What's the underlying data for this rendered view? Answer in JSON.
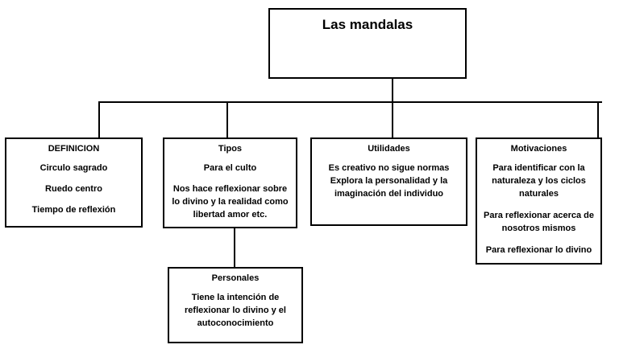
{
  "title": "Las mandalas",
  "branches": {
    "definicion": {
      "header": "DEFINICION",
      "items": [
        "Circulo sagrado",
        "Ruedo centro",
        "Tiempo de reflexión"
      ]
    },
    "tipos": {
      "header": "Tipos",
      "items": [
        "Para el culto",
        "Nos hace reflexionar sobre lo divino y la realidad como libertad amor etc."
      ]
    },
    "utilidades": {
      "header": "Utilidades",
      "items": [
        "Es creativo no sigue normas",
        "Explora la personalidad y la imaginación del individuo"
      ]
    },
    "motivaciones": {
      "header": "Motivaciones",
      "items": [
        "Para identificar con la naturaleza y los ciclos naturales",
        "Para reflexionar acerca de nosotros mismos",
        "Para reflexionar lo divino"
      ]
    }
  },
  "sub_branch": {
    "header": "Personales",
    "text": "Tiene la intención de reflexionar lo divino y el autoconocimiento"
  }
}
